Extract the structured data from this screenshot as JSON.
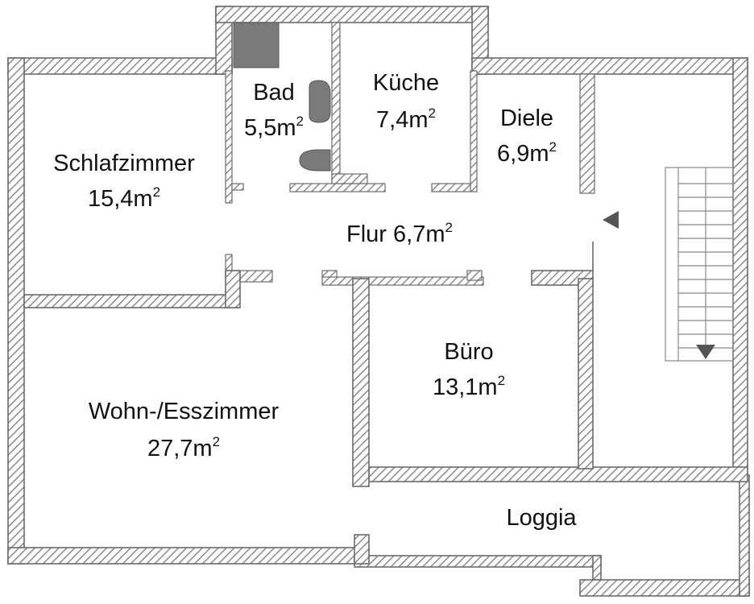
{
  "rooms": {
    "bad": {
      "name": "Bad",
      "area": "5,5m",
      "unit_exp": "2"
    },
    "kueche": {
      "name": "Küche",
      "area": "7,4m",
      "unit_exp": "2"
    },
    "diele": {
      "name": "Diele",
      "area": "6,9m",
      "unit_exp": "2"
    },
    "schlafzimmer": {
      "name": "Schlafzimmer",
      "area": "15,4m",
      "unit_exp": "2"
    },
    "flur": {
      "name_area": "Flur 6,7m",
      "unit_exp": "2"
    },
    "buero": {
      "name": "Büro",
      "area": "13,1m",
      "unit_exp": "2"
    },
    "wohnzimmer": {
      "name": "Wohn-/Esszimmer",
      "area": "27,7m",
      "unit_exp": "2"
    },
    "loggia": {
      "name": "Loggia"
    }
  },
  "icons": {
    "stair_direction": "arrow-down-icon",
    "entry_direction": "arrow-left-icon"
  },
  "colors": {
    "wall_hatch": "#8a8a8a",
    "fixture": "#7a7a7a",
    "text": "#111111"
  }
}
